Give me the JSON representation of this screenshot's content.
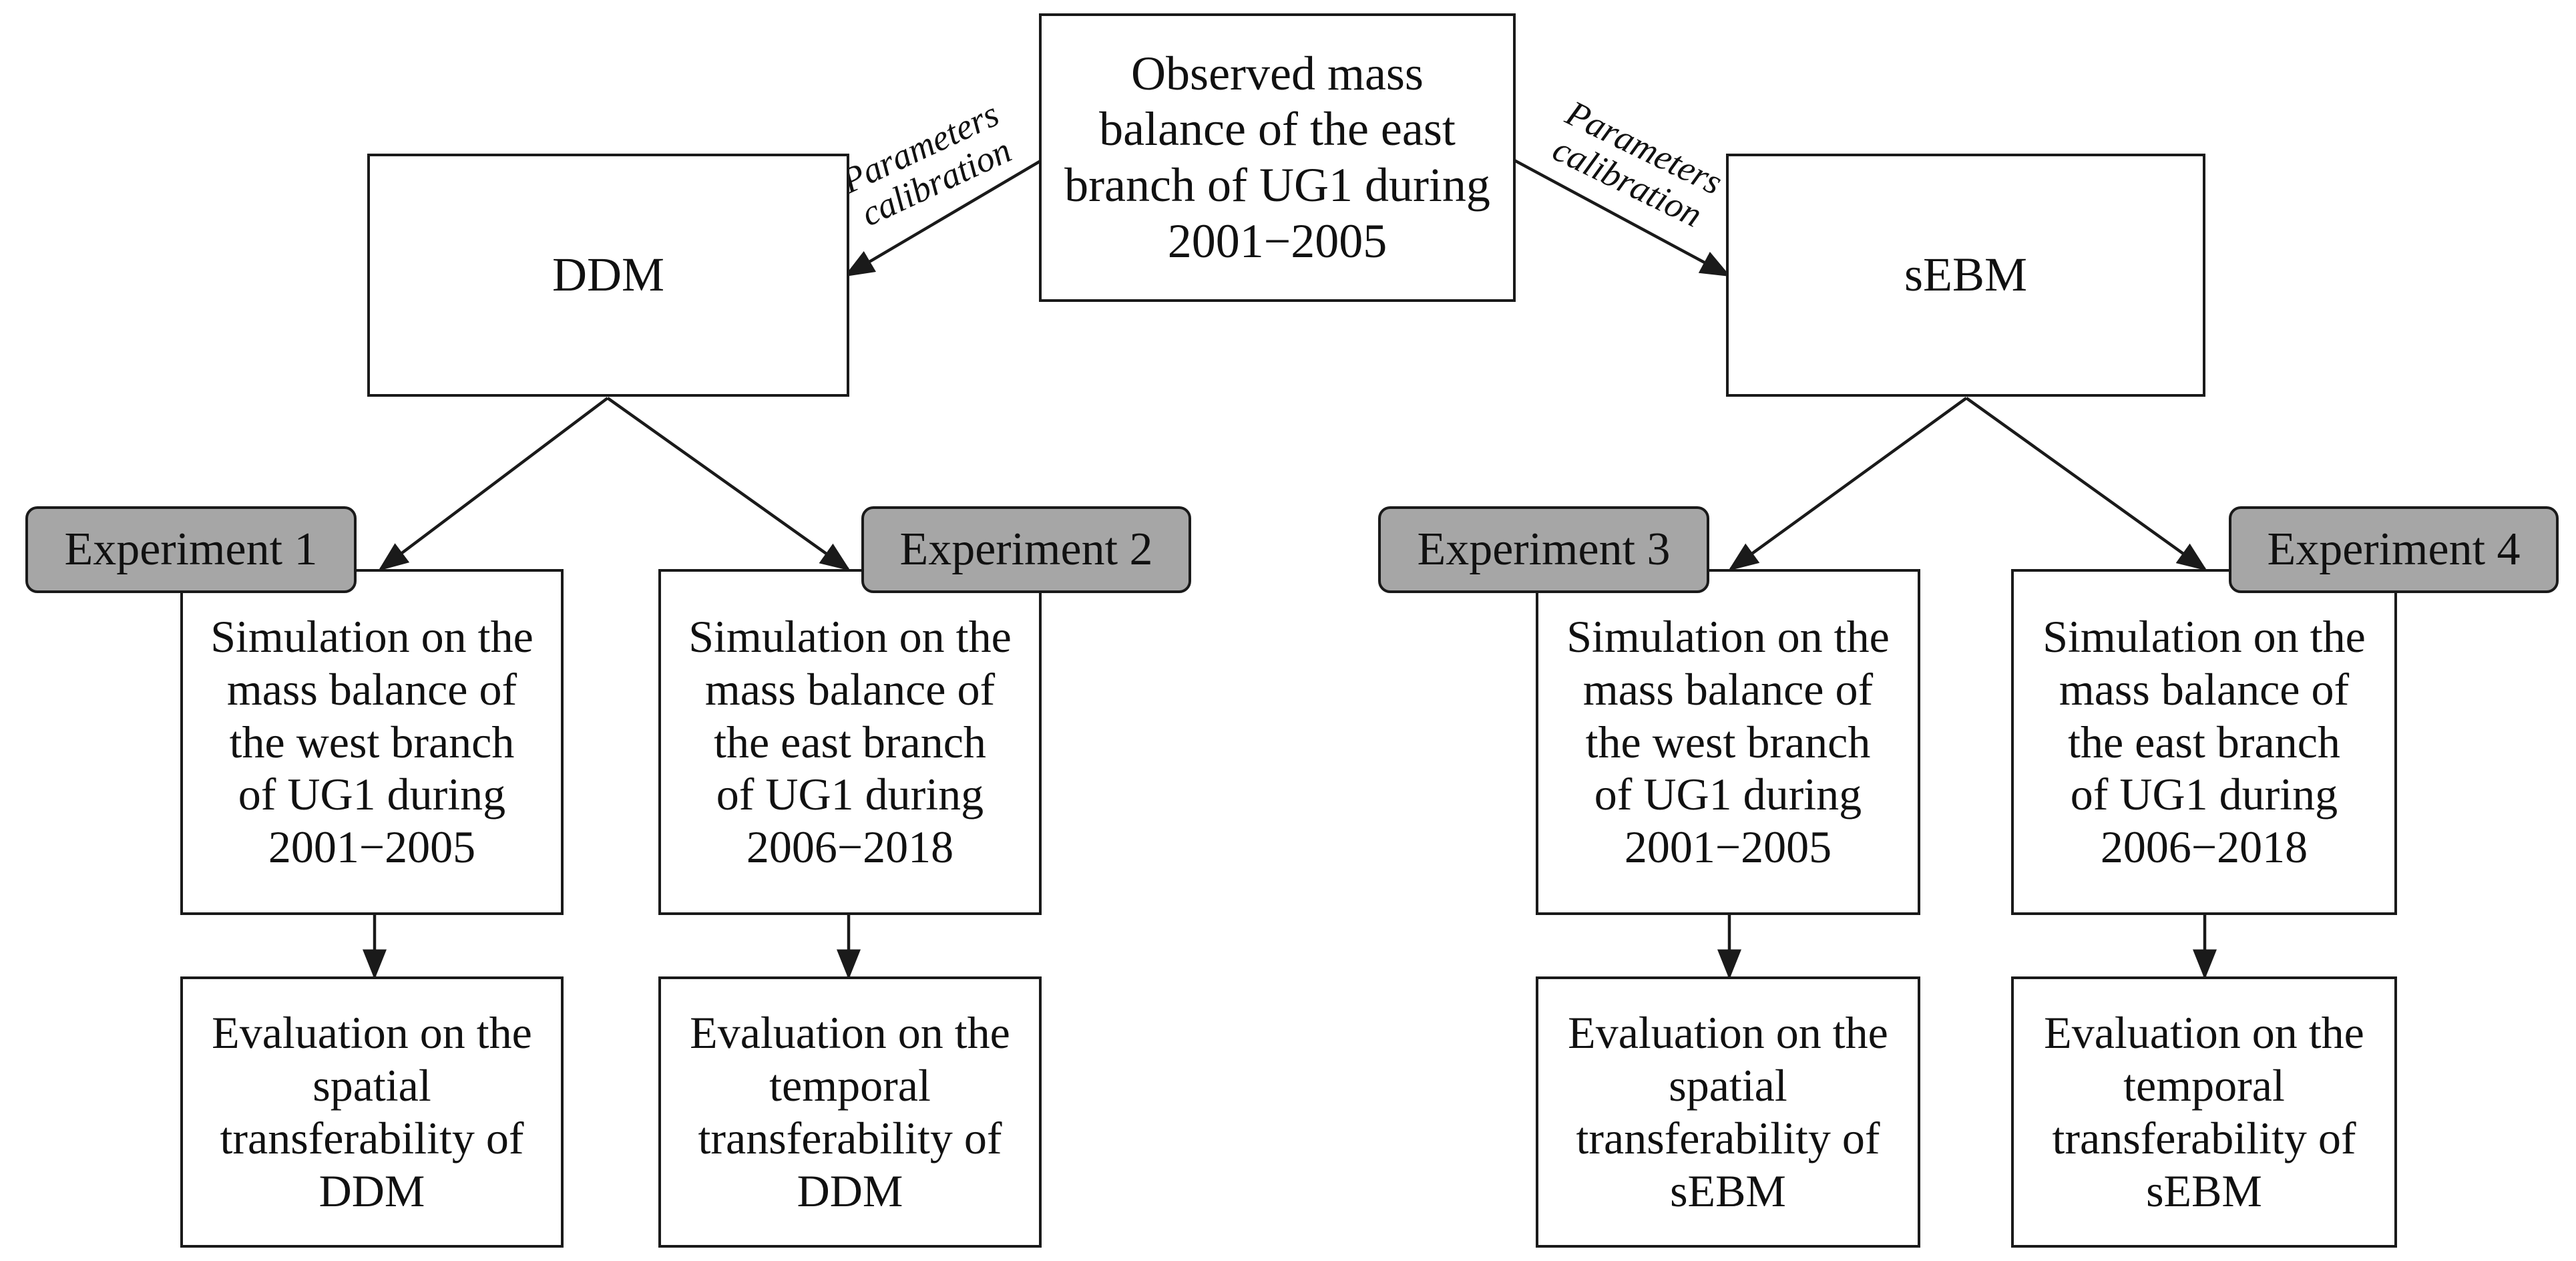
{
  "top_box": "Observed mass\nbalance of the east\nbranch of UG1 during\n2001−2005",
  "calibration_label": "Parameters\ncalibration",
  "models": {
    "left": "DDM",
    "right": "sEBM"
  },
  "experiments": [
    {
      "label": "Experiment 1",
      "simulation": "Simulation on the\nmass balance of\nthe west branch\nof UG1 during\n2001−2005",
      "evaluation": "Evaluation on the\nspatial\ntransferability of\nDDM"
    },
    {
      "label": "Experiment 2",
      "simulation": "Simulation on the\nmass balance of\nthe east branch\nof UG1 during\n2006−2018",
      "evaluation": "Evaluation on the\ntemporal\ntransferability of\nDDM"
    },
    {
      "label": "Experiment 3",
      "simulation": "Simulation on the\nmass balance of\nthe west branch\nof UG1 during\n2001−2005",
      "evaluation": "Evaluation on the\nspatial\ntransferability of\nsEBM"
    },
    {
      "label": "Experiment 4",
      "simulation": "Simulation on the\nmass balance of\nthe east branch\nof UG1 during\n2006−2018",
      "evaluation": "Evaluation on the\ntemporal\ntransferability of\nsEBM"
    }
  ]
}
